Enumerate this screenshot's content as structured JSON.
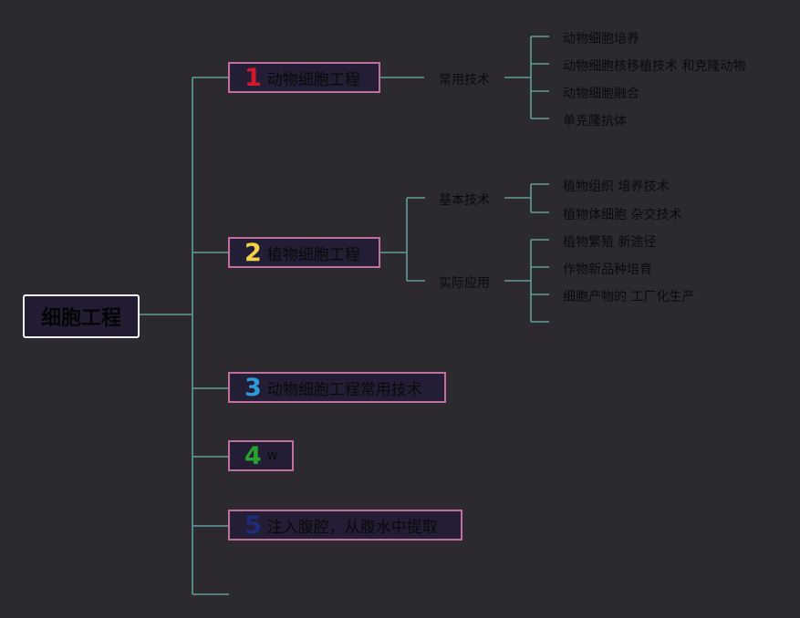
{
  "root": {
    "label": "细胞工程"
  },
  "topics": [
    {
      "num": "1",
      "num_color": "#d3182c",
      "label": "动物细胞工程"
    },
    {
      "num": "2",
      "num_color": "#f2d14a",
      "label": "植物细胞工程"
    },
    {
      "num": "3",
      "num_color": "#2c9bd8",
      "label": "动物细胞工程常用技术"
    },
    {
      "num": "4",
      "num_color": "#27a12d",
      "label": "w"
    },
    {
      "num": "5",
      "num_color": "#1e2c7a",
      "label": "注入腹腔，从腹水中提取"
    }
  ],
  "animal": {
    "branch": "常用技术",
    "items": [
      "动物细胞培养",
      "动物细胞核移植技术 和克隆动物",
      "动物细胞融合",
      "单克隆抗体"
    ]
  },
  "plant": {
    "basic": {
      "label": "基本技术",
      "items": [
        "植物组织 培养技术",
        "植物体细胞 杂交技术"
      ]
    },
    "applied": {
      "label": "实际应用",
      "items": [
        "植物繁殖 新途径",
        "作物新品种培育",
        "细胞产物的 工厂化生产"
      ]
    }
  },
  "colors": {
    "background": "#2c2a2f",
    "connector": "#5f9e9a",
    "topic_border": "#c0709c",
    "topic_fill": "#241d36",
    "root_border": "#f2f2f2"
  }
}
